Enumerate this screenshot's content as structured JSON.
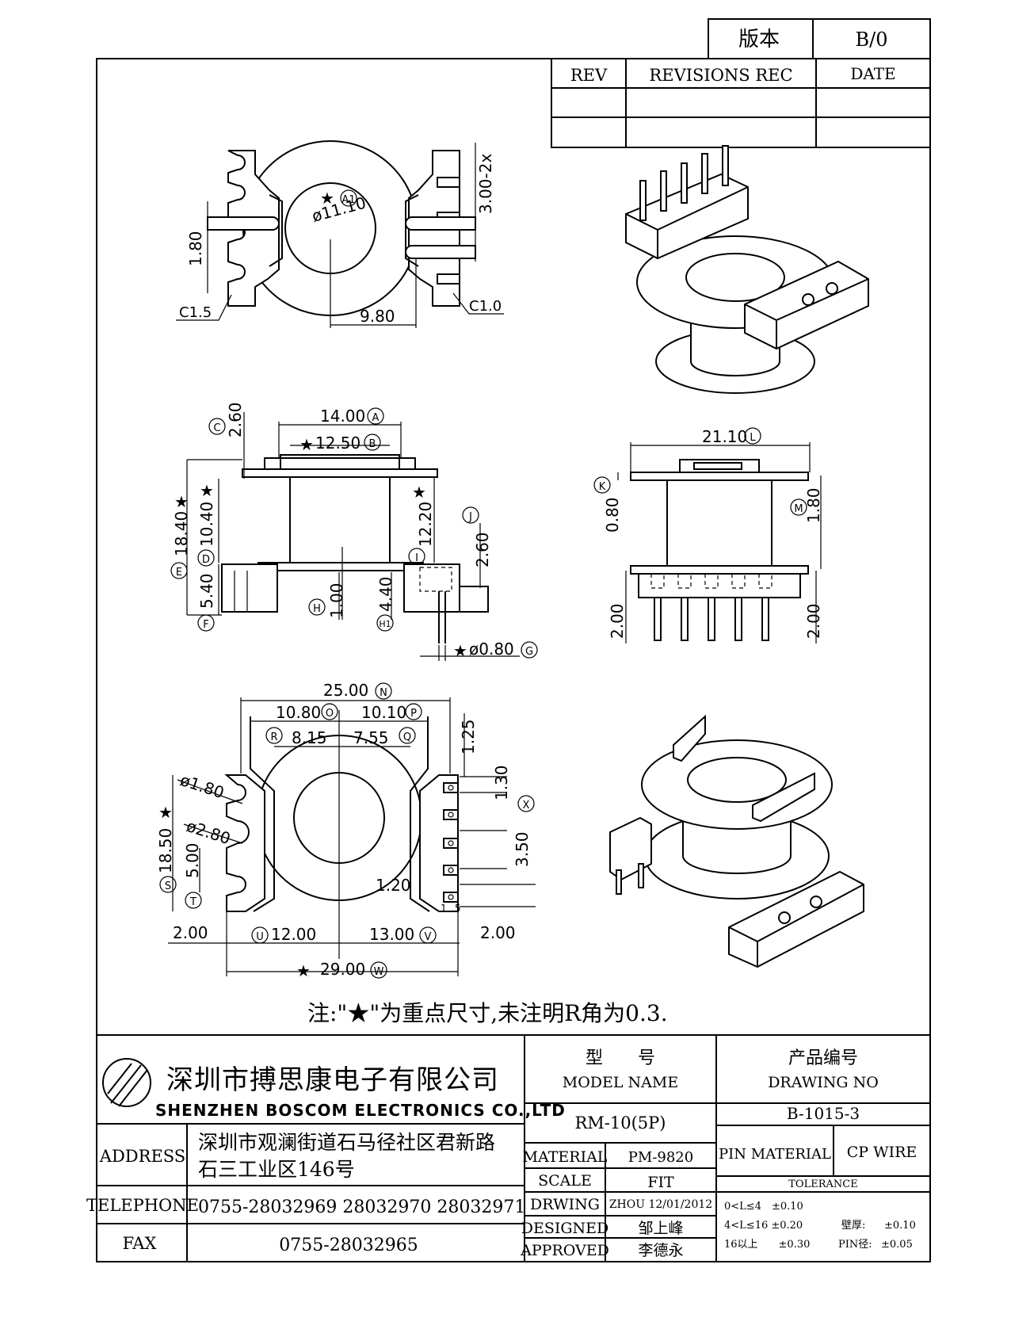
{
  "version_box": {
    "label": "版本",
    "value": "B/0"
  },
  "revisions": {
    "headers": [
      "REV",
      "REVISIONS REC",
      "DATE"
    ],
    "rows": [
      [
        "",
        "",
        ""
      ],
      [
        "",
        "",
        ""
      ]
    ]
  },
  "top_view": {
    "dims": [
      "ø11.10",
      "3.00-2x",
      "1.80",
      "9.80",
      "C1.5",
      "C1.0"
    ],
    "marker": "A1"
  },
  "front_view": {
    "dims": [
      "14.00",
      "12.50",
      "2.60",
      "18.40",
      "10.40",
      "12.20",
      "2.60",
      "5.40",
      "1.00",
      "4.40",
      "ø0.80"
    ],
    "markers": [
      "A",
      "B",
      "C",
      "D",
      "E",
      "F",
      "G",
      "H",
      "H1",
      "I",
      "J"
    ]
  },
  "side_view": {
    "dims": [
      "21.10",
      "0.80",
      "1.80",
      "2.00",
      "2.00"
    ],
    "markers": [
      "L",
      "K",
      "M"
    ]
  },
  "bottom_view": {
    "dims": [
      "25.00",
      "10.80",
      "10.10",
      "8.15",
      "7.55",
      "1.25",
      "1.30",
      "3.50",
      "ø1.80",
      "ø2.80",
      "18.50",
      "5.00",
      "1.20",
      "2.00",
      "12.00",
      "13.00",
      "2.00",
      "29.00"
    ],
    "markers": [
      "N",
      "O",
      "P",
      "R",
      "Q",
      "X",
      "S",
      "T",
      "U",
      "V",
      "W"
    ],
    "pin_labels": [
      "1",
      "5"
    ]
  },
  "star": "★",
  "note": "注:\"★\"为重点尺寸,未注明R角为0.3.",
  "company": {
    "name_cn": "深圳市搏思康电子有限公司",
    "name_en": "SHENZHEN BOSCOM ELECTRONICS CO.,LTD",
    "address_label": "ADDRESS",
    "address_line1": "深圳市观澜街道石马径社区君新路",
    "address_line2": "石三工业区146号",
    "telephone_label": "TELEPHONE",
    "telephone": "0755-28032969 28032970 28032971",
    "fax_label": "FAX",
    "fax": "0755-28032965"
  },
  "title_block": {
    "model_label_cn": "型　　号",
    "model_label_en": "MODEL NAME",
    "model_value": "RM-10(5P)",
    "drawing_label_cn": "产品编号",
    "drawing_label_en": "DRAWING NO",
    "drawing_value": "B-1015-3",
    "material_label": "MATERIAL",
    "material_value": "PM-9820",
    "pin_material_label": "PIN MATERIAL",
    "pin_material_value": "CP WIRE",
    "scale_label": "SCALE",
    "scale_value": "FIT",
    "tolerance_label": "TOLERANCE",
    "drwing_label": "DRWING",
    "drwing_value": "ZHOU 12/01/2012",
    "designed_label": "DESIGNED",
    "designed_value": "邹上峰",
    "approved_label": "APPROVED",
    "approved_value": "李德永",
    "tol_1": "0<L≤4　±0.10",
    "tol_2": "4<L≤16 ±0.20",
    "tol_3": "16以上　　±0.30",
    "wall_label": "壁厚:",
    "wall_value": "±0.10",
    "pin_dia_label": "PIN径:",
    "pin_dia_value": "±0.05"
  }
}
